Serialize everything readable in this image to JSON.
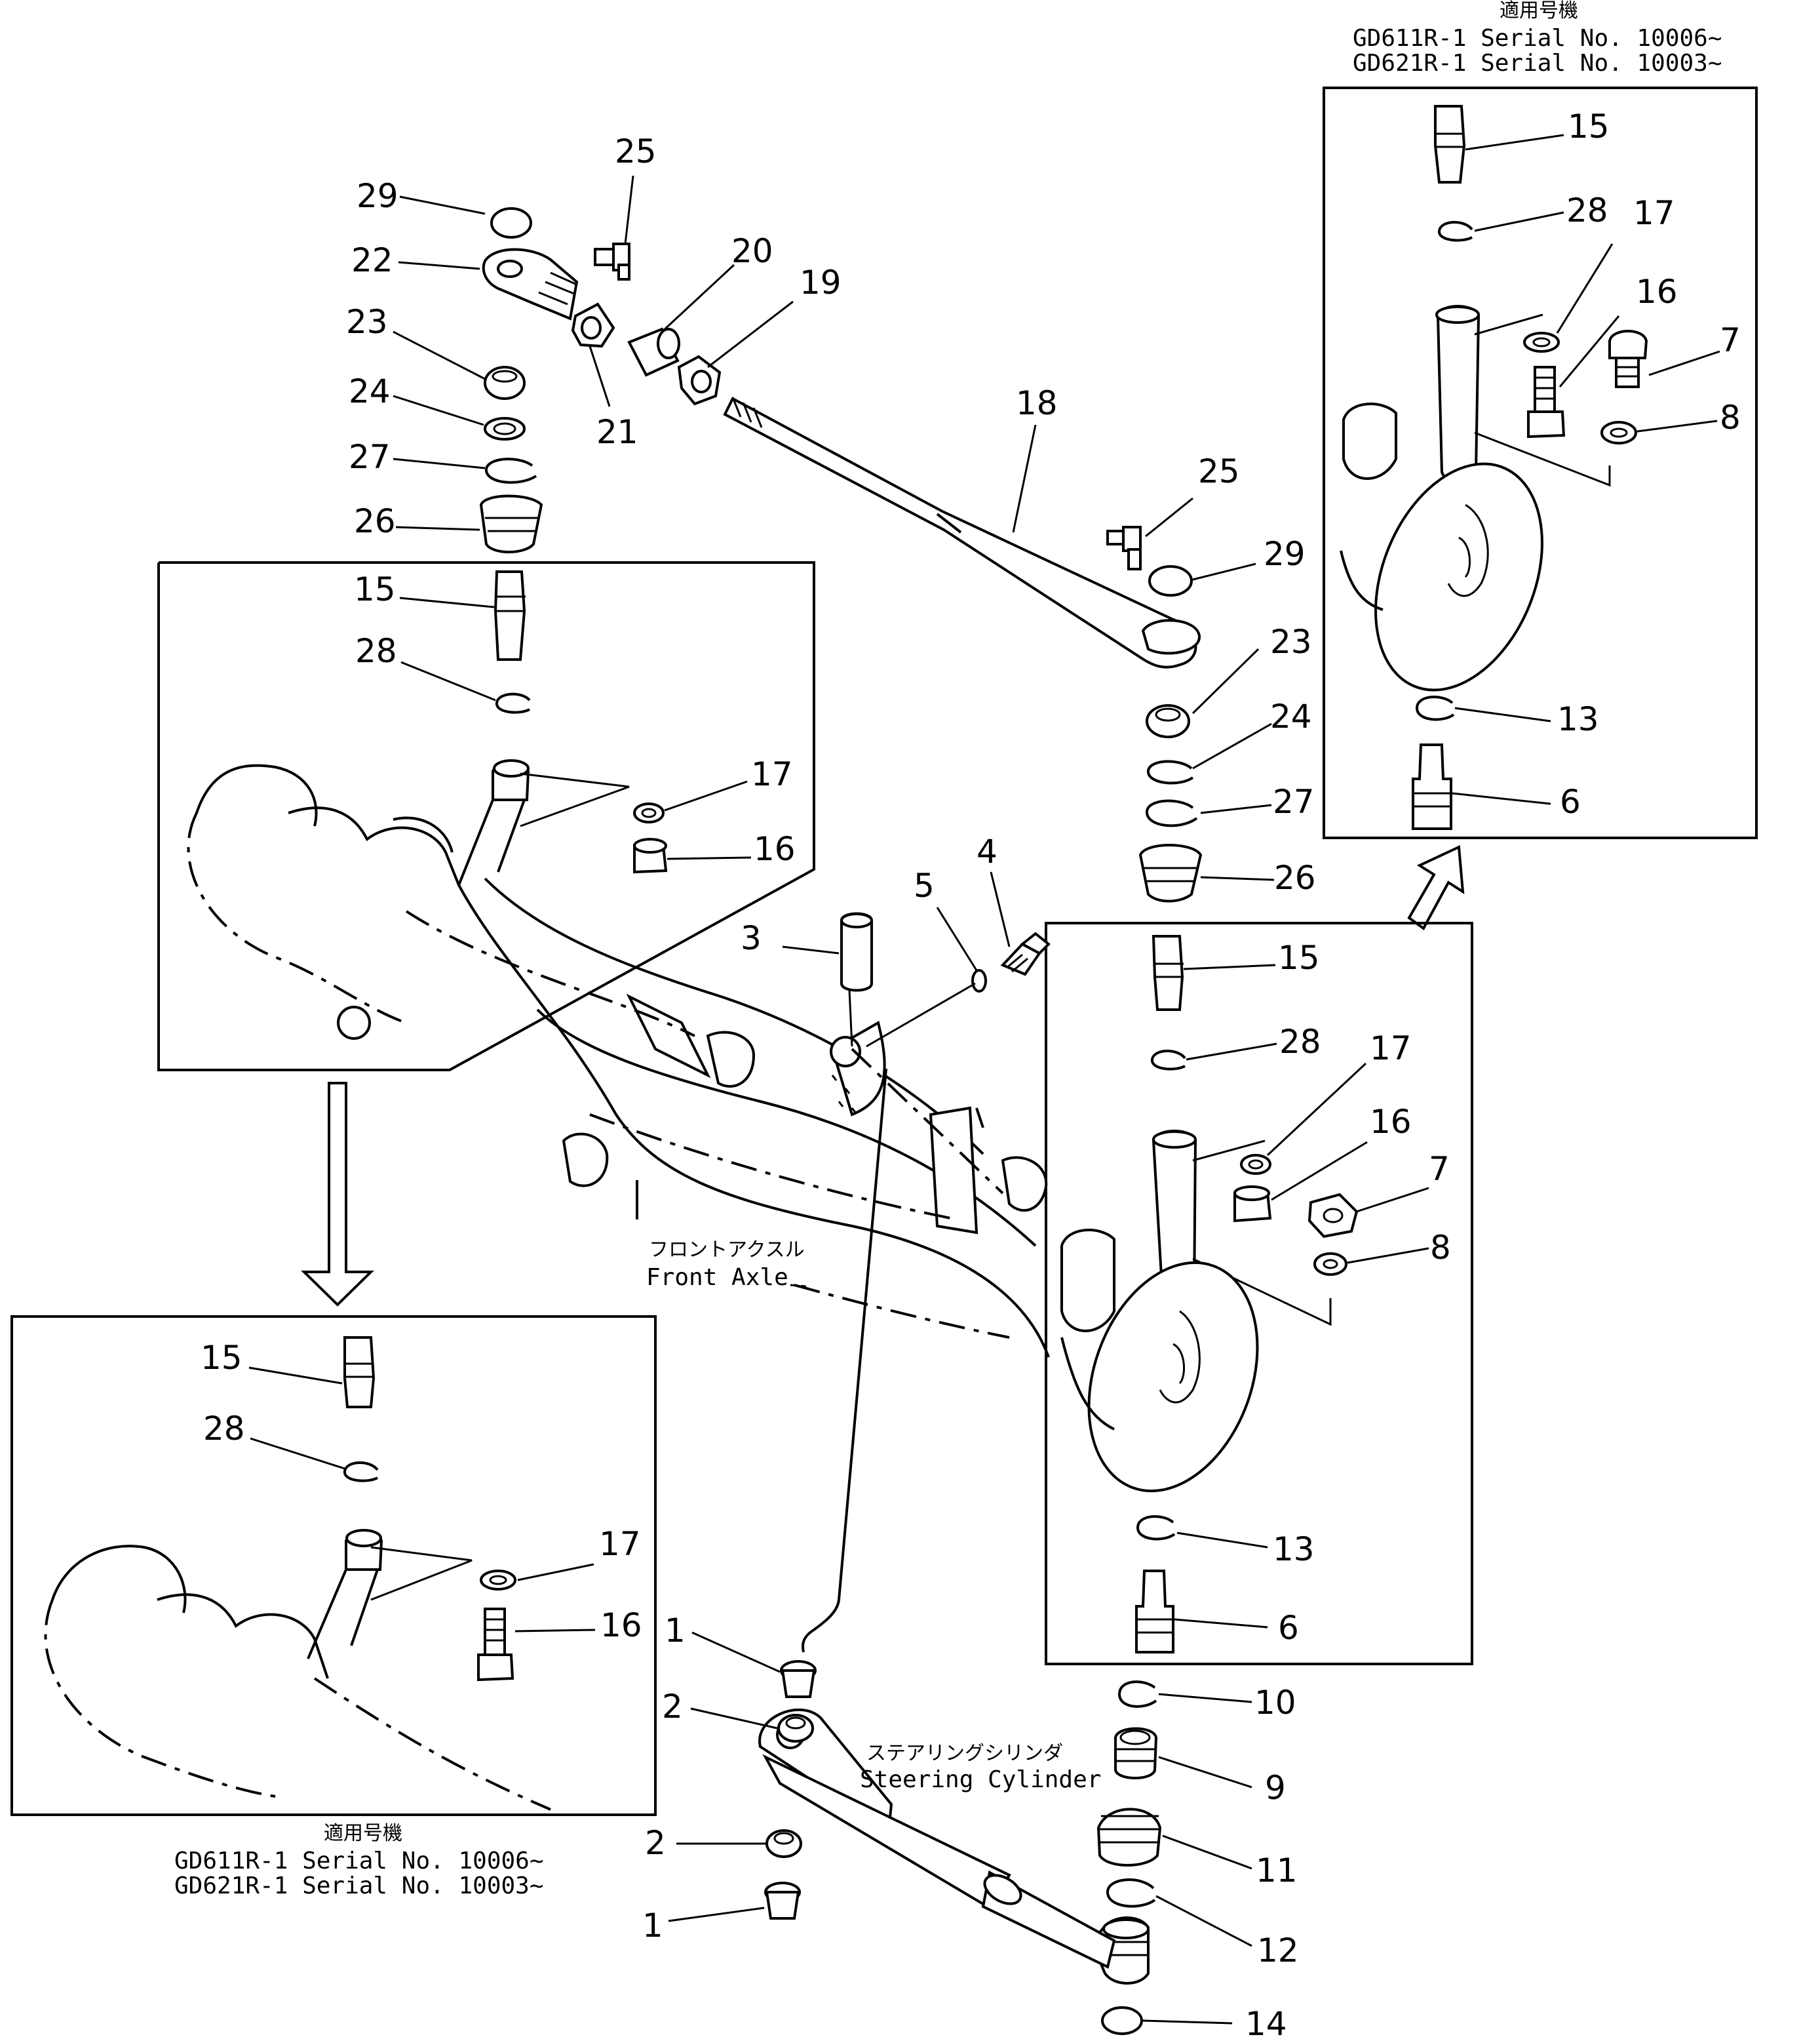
{
  "labels": {
    "p25a": "25",
    "p29a": "29",
    "p22": "22",
    "p20": "20",
    "p19a": "19",
    "p23a": "23",
    "p24a": "24",
    "p21": "21",
    "p27a": "27",
    "p26a": "26",
    "p18": "18",
    "p25b": "25",
    "p29b": "29",
    "p23b": "23",
    "p24b": "24",
    "p27b": "27",
    "p26b": "26",
    "left_15": "15",
    "left_28": "28",
    "left_17": "17",
    "left_16": "16",
    "p3": "3",
    "p5": "5",
    "p4": "4",
    "mid_15": "15",
    "mid_28": "28",
    "mid_17": "17",
    "mid_16": "16",
    "mid_7": "7",
    "mid_8": "8",
    "mid_13": "13",
    "mid_6": "6",
    "tr_15": "15",
    "tr_28": "28",
    "tr_17": "17",
    "tr_16": "16",
    "tr_7": "7",
    "tr_8": "8",
    "tr_13": "13",
    "tr_6": "6",
    "bl_15": "15",
    "bl_28": "28",
    "bl_17": "17",
    "bl_16": "16",
    "p1a": "1",
    "p2a": "2",
    "p2b": "2",
    "p1b": "1",
    "p10": "10",
    "p9": "9",
    "p11": "11",
    "p12": "12",
    "p14": "14"
  },
  "captions": {
    "front_axle_jp": "フロントアクスル",
    "front_axle_en": "Front  Axle",
    "steering_jp": "ステアリングシリンダ",
    "steering_en": "Steering  Cylinder",
    "applicable_jp": "適用号機",
    "serial_1": "GD611R-1  Serial  No.  10006~",
    "serial_2": "GD621R-1  Serial  No.  10003~"
  }
}
